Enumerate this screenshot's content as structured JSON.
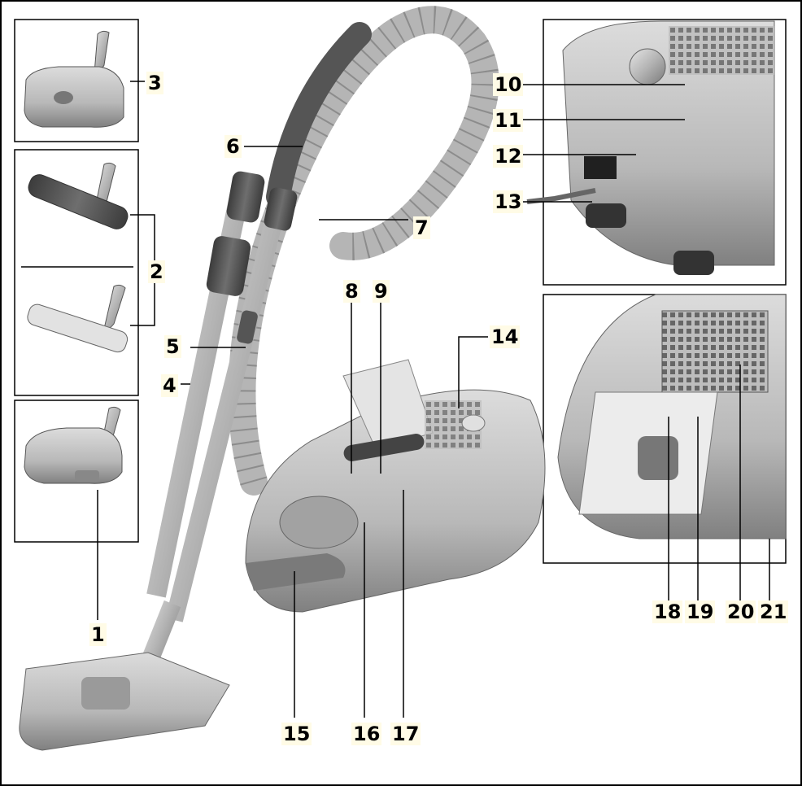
{
  "labels": {
    "n1": "1",
    "n2": "2",
    "n3": "3",
    "n4": "4",
    "n5": "5",
    "n6": "6",
    "n7": "7",
    "n8": "8",
    "n9": "9",
    "n10": "10",
    "n11": "11",
    "n12": "12",
    "n13": "13",
    "n14": "14",
    "n15": "15",
    "n16": "16",
    "n17": "17",
    "n18": "18",
    "n19": "19",
    "n20": "20",
    "n21": "21"
  },
  "colors": {
    "metal_light": "#d0d0d0",
    "metal_mid": "#a8a8a8",
    "metal_dark": "#5a5a5a",
    "label_bg": "#fffbe6",
    "line": "#000000"
  }
}
